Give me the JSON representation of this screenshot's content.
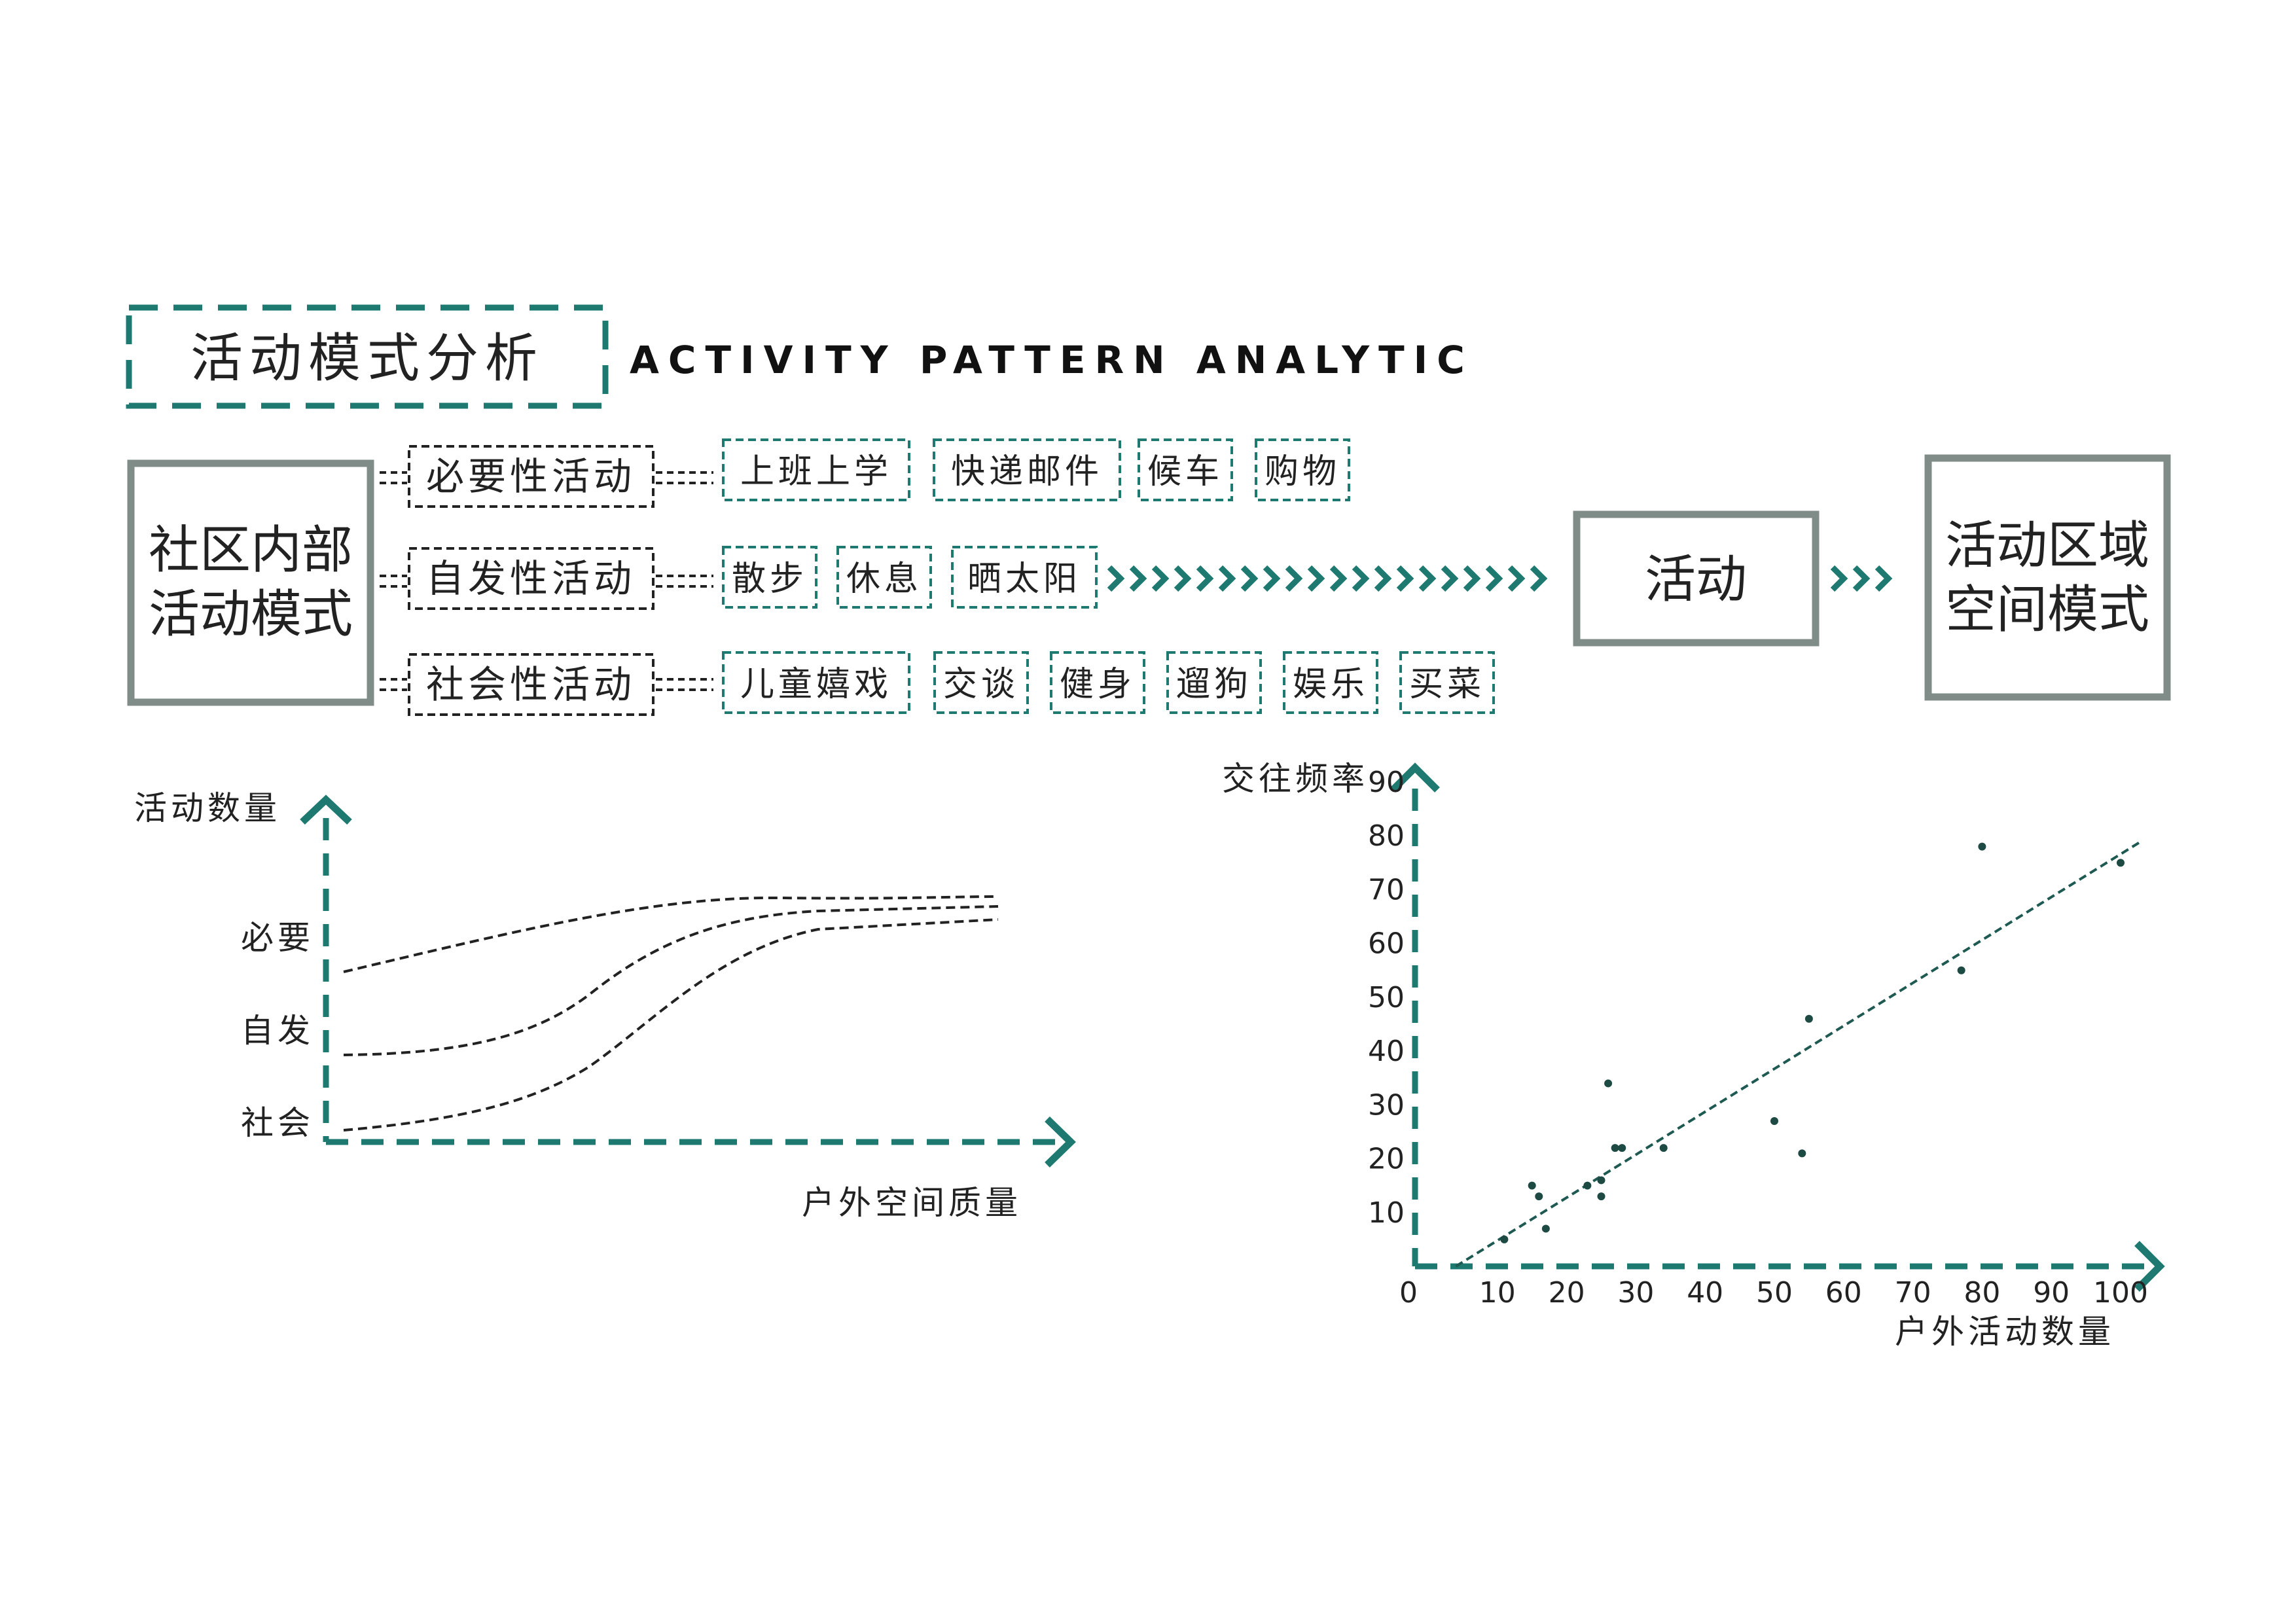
{
  "header": {
    "title_cn": "活动模式分析",
    "title_en": "ACTIVITY PATTERN ANALYTIC"
  },
  "flow": {
    "source": [
      "社区内部",
      "活动模式"
    ],
    "categories": [
      {
        "label": "必要性活动",
        "items": [
          "上班上学",
          "快递邮件",
          "候车",
          "购物"
        ]
      },
      {
        "label": "自发性活动",
        "items": [
          "散步",
          "休息",
          "晒太阳"
        ]
      },
      {
        "label": "社会性活动",
        "items": [
          "儿童嬉戏",
          "交谈",
          "健身",
          "遛狗",
          "娱乐",
          "买菜"
        ]
      }
    ],
    "middle": "活动",
    "result": [
      "活动区域",
      "空间模式"
    ]
  },
  "colors": {
    "accent": "#1e7a70",
    "box_border": "#7f8c87",
    "dash_dark": "#222222"
  },
  "curve_chart": {
    "ylabel": "活动数量",
    "xlabel": "户外空间质量",
    "levels": [
      "必要",
      "自发",
      "社会"
    ]
  },
  "chart_data": {
    "type": "scatter",
    "ylabel": "交往频率",
    "xlabel": "户外活动数量",
    "x_ticks": [
      "0",
      "10",
      "20",
      "30",
      "40",
      "50",
      "60",
      "70",
      "80",
      "90",
      "100"
    ],
    "y_ticks": [
      "10",
      "20",
      "30",
      "40",
      "50",
      "60",
      "70",
      "80",
      "90"
    ],
    "xlim": [
      0,
      100
    ],
    "ylim": [
      0,
      90
    ],
    "points": [
      {
        "x": 11,
        "y": 5
      },
      {
        "x": 15,
        "y": 15
      },
      {
        "x": 16,
        "y": 13
      },
      {
        "x": 17,
        "y": 7
      },
      {
        "x": 23,
        "y": 15
      },
      {
        "x": 25,
        "y": 13
      },
      {
        "x": 25,
        "y": 16
      },
      {
        "x": 26,
        "y": 34
      },
      {
        "x": 27,
        "y": 22
      },
      {
        "x": 28,
        "y": 22
      },
      {
        "x": 34,
        "y": 22
      },
      {
        "x": 50,
        "y": 27
      },
      {
        "x": 54,
        "y": 21
      },
      {
        "x": 55,
        "y": 46
      },
      {
        "x": 77,
        "y": 55
      },
      {
        "x": 80,
        "y": 78
      },
      {
        "x": 100,
        "y": 75
      }
    ],
    "trend": {
      "x": [
        4,
        103
      ],
      "y": [
        0,
        79
      ]
    },
    "grid": false
  }
}
